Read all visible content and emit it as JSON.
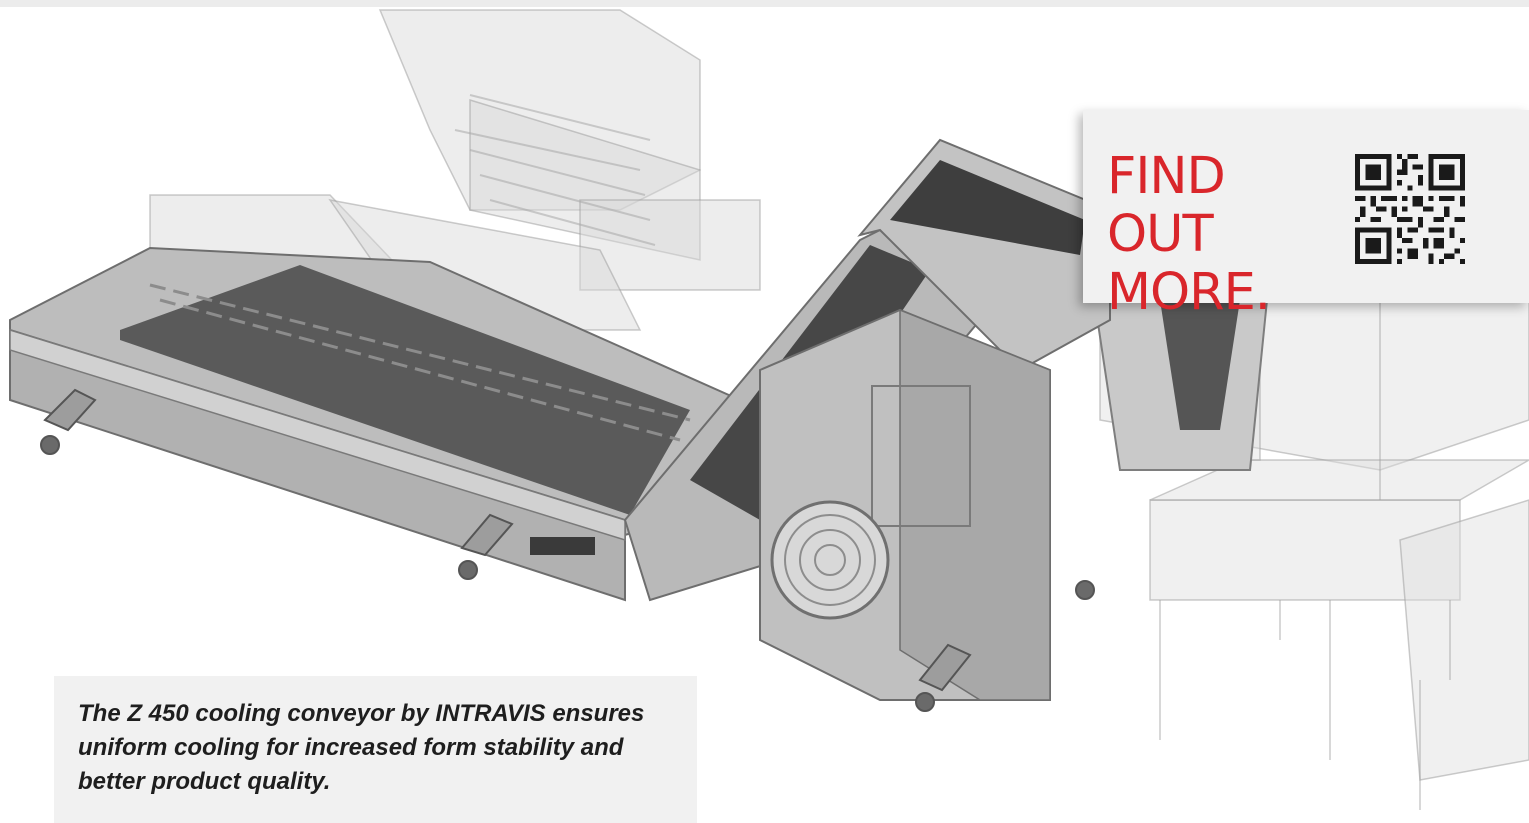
{
  "cta": {
    "line1": "FIND OUT",
    "line2": "MORE.",
    "color": "#d9262b",
    "qr_icon": "qr-code-icon"
  },
  "caption": {
    "text": "The Z 450 cooling conveyor by INTRAVIS ensures uniform cooling for increased form stability and better product quality."
  },
  "illustration": {
    "icon": "cooling-conveyor-illustration"
  }
}
